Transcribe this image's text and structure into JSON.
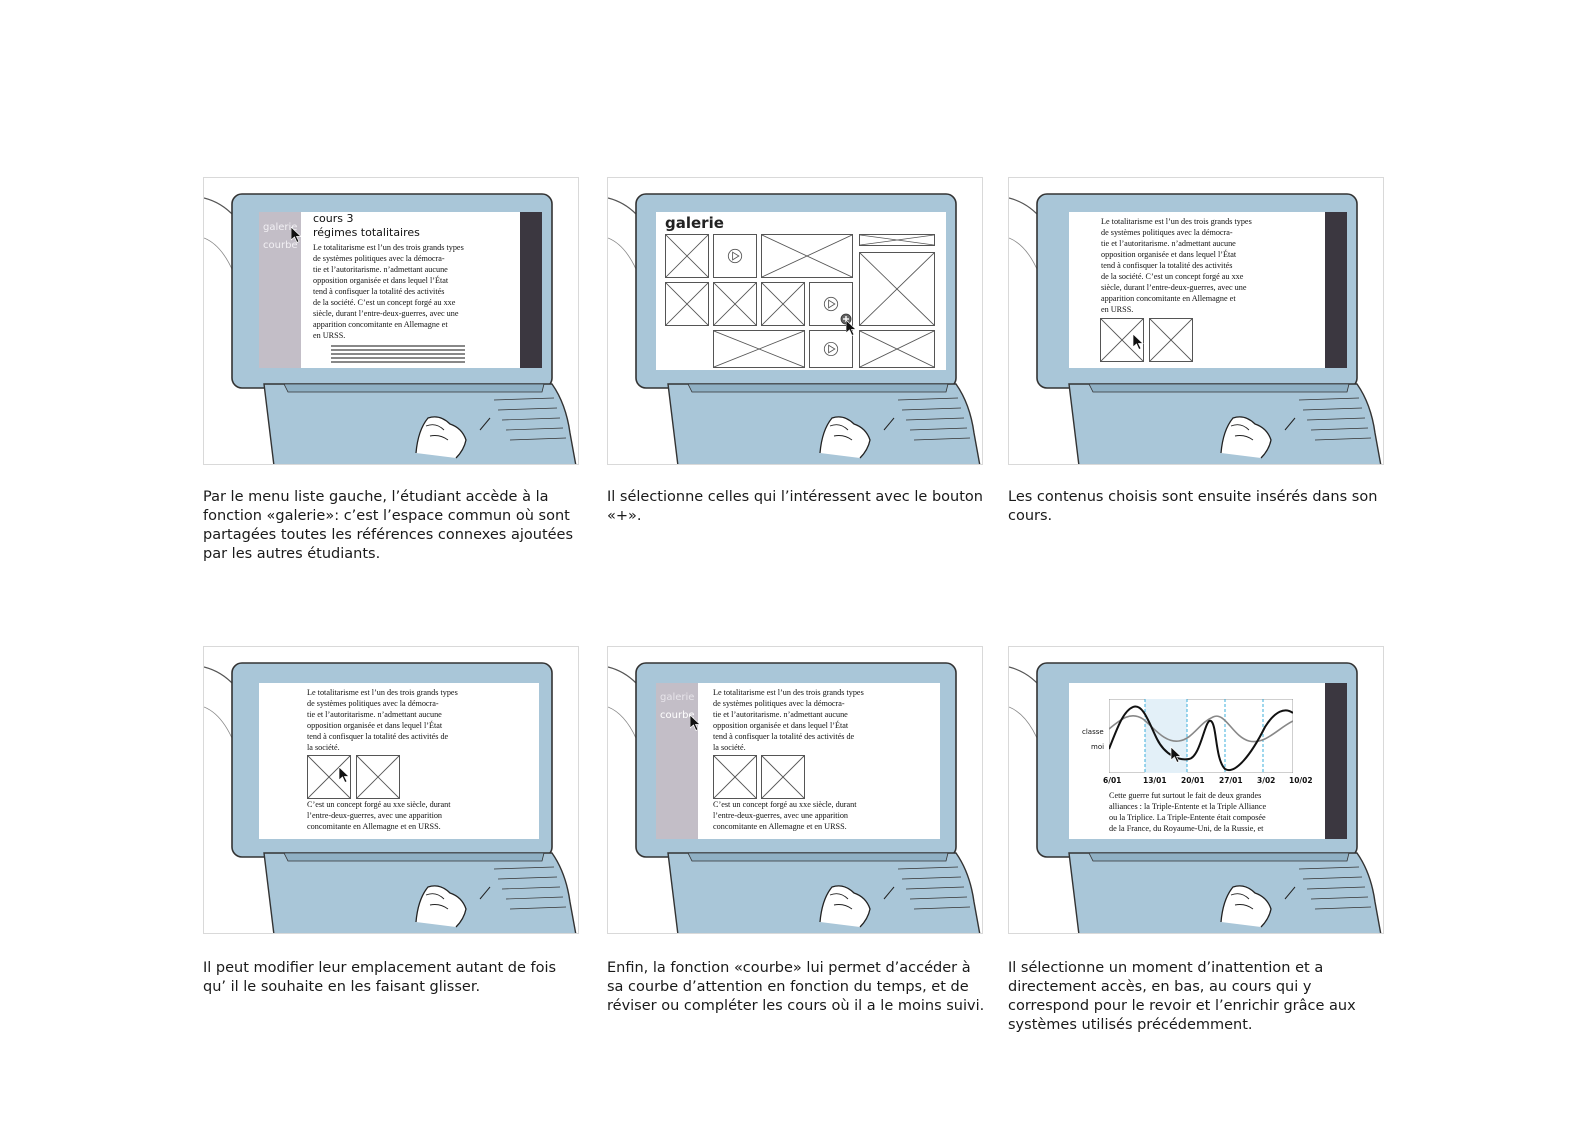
{
  "panels": [
    {
      "caption": "Par le menu liste gauche, l’étudiant accède à la fonction «galerie»: c’est l’espace commun où sont partagées toutes les références connexes ajoutées par les autres étudiants.",
      "sidebar": [
        "galerie",
        "courbe"
      ],
      "course_number": "cours 3",
      "course_title": "régimes totalitaires",
      "text": "Le totalitarisme est l’un des trois grands types\nde systèmes politiques avec la démocra-\ntie et l’autoritarisme. n’admettant aucune\nopposition organisée et dans lequel l’État\ntend à confisquer la totalité des activités\nde la société. C’est un concept forgé au xxe\nsiècle, durant l’entre-deux-guerres, avec une\napparition concomitante en Allemagne et\nen URSS."
    },
    {
      "caption": "Il sélectionne celles qui l’intéressent avec le bouton «+».",
      "gallery_title": "galerie"
    },
    {
      "caption": "Les contenus choisis sont ensuite insérés dans son cours.",
      "text": "Le totalitarisme est l’un des trois grands types\nde systèmes politiques avec la démocra-\ntie et l’autoritarisme. n’admettant aucune\nopposition organisée et dans lequel l’État\ntend à confisquer la totalité des activités\nde la société. C’est un concept forgé au xxe\nsiècle, durant l’entre-deux-guerres, avec une\napparition concomitante en Allemagne et\nen URSS."
    },
    {
      "caption": "Il peut modifier leur emplacement autant de fois qu’ il le souhaite en les faisant glisser.",
      "text_top": "Le totalitarisme est l’un des trois grands types\nde systèmes politiques avec la démocra-\ntie et l’autoritarisme. n’admettant aucune\nopposition organisée et dans lequel l’État\ntend à confisquer la totalité des activités de\nla société.",
      "text_bottom": "C’est un concept forgé au xxe siècle, durant\nl’entre-deux-guerres, avec une apparition\nconcomitante en Allemagne et en URSS."
    },
    {
      "caption": "Enfin, la fonction «courbe» lui permet d’accéder à sa courbe d’attention en fonction du temps, et de réviser ou compléter les cours où il a le moins suivi.",
      "sidebar": [
        "galerie",
        "courbe"
      ],
      "text_top": "Le totalitarisme est l’un des trois grands types\nde systèmes politiques avec la démocra-\ntie et l’autoritarisme. n’admettant aucune\nopposition organisée et dans lequel l’État\ntend à confisquer la totalité des activités de\nla société.",
      "text_bottom": "C’est un concept forgé au xxe siècle, durant\nl’entre-deux-guerres, avec une apparition\nconcomitante en Allemagne et en URSS."
    },
    {
      "caption": "Il sélectionne un moment d’inattention et a directement accès, en bas, au cours qui y correspond pour le revoir et l’enrichir grâce aux systèmes utilisés précédemment.",
      "chart_labels": [
        "classe",
        "moi"
      ],
      "chart_ticks": [
        "6/01",
        "13/01",
        "20/01",
        "27/01",
        "3/02",
        "10/02"
      ],
      "text": "Cette guerre fut surtout le fait de deux grandes\nalliances : la Triple-Entente et la Triple Alliance\nou la Triplice. La Triple-Entente était composée\nde la France, du Royaume-Uni, de la Russie, et"
    }
  ],
  "colors": {
    "laptop_frame": "#a9c6d8",
    "sidebar": "#c3bec7",
    "dark_bar": "#3b3740",
    "selection": "#e3f0f8"
  }
}
